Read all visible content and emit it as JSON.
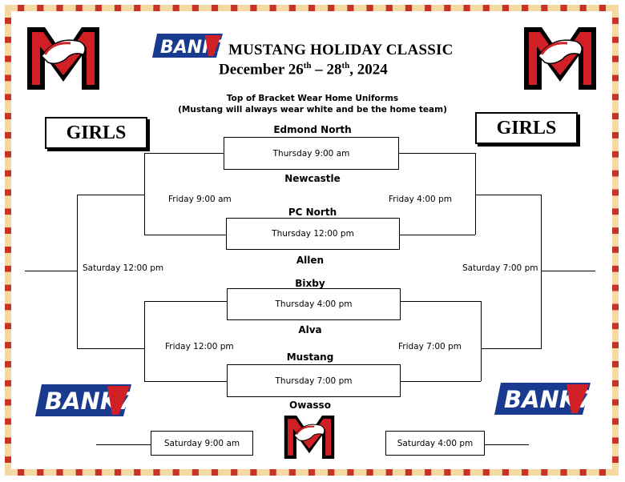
{
  "header": {
    "brand": "BANK7",
    "title": "MUSTANG HOLIDAY CLASSIC",
    "dates_prefix": "December 26",
    "dates_sup1": "th",
    "dates_mid": " – 28",
    "dates_sup2": "th",
    "dates_suffix": ", 2024",
    "note_line1": "Top of Bracket Wear Home Uniforms",
    "note_line2": "(Mustang will always wear white and be the home team)"
  },
  "division_label": "GIRLS",
  "logo_letter": "M",
  "teams": [
    "Edmond North",
    "Newcastle",
    "PC North",
    "Allen",
    "Bixby",
    "Alva",
    "Mustang",
    "Owasso"
  ],
  "first_round": [
    "Thursday 9:00 am",
    "Thursday 12:00 pm",
    "Thursday 4:00 pm",
    "Thursday 7:00 pm"
  ],
  "second_round_left": [
    "Friday 9:00 am",
    "Friday 12:00 pm"
  ],
  "second_round_right": [
    "Friday 4:00 pm",
    "Friday 7:00 pm"
  ],
  "final_left": "Saturday 12:00 pm",
  "final_right": "Saturday 7:00 pm",
  "bottom_left": "Saturday 9:00 am",
  "bottom_right": "Saturday 4:00 pm",
  "colors": {
    "border_red": "#c8322a",
    "bank_blue": "#1a3a8f",
    "bank_red": "#d11f26"
  }
}
